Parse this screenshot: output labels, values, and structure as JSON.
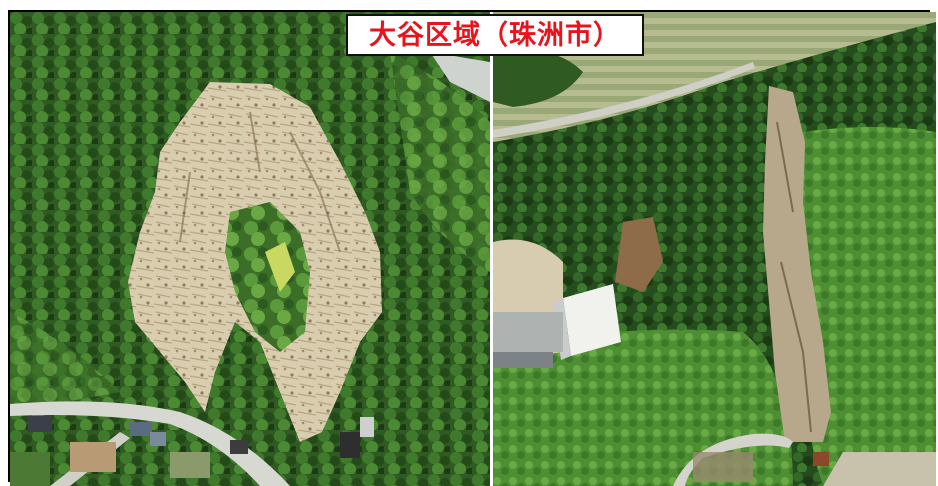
{
  "title": {
    "text": "大谷区域（珠洲市）",
    "color": "#e8141c"
  },
  "photos": [
    {
      "name": "left-photo",
      "content": "aerial-landslide-scarp-forest-hillside"
    },
    {
      "name": "right-photo",
      "content": "aerial-landslide-channel-with-white-building"
    }
  ]
}
